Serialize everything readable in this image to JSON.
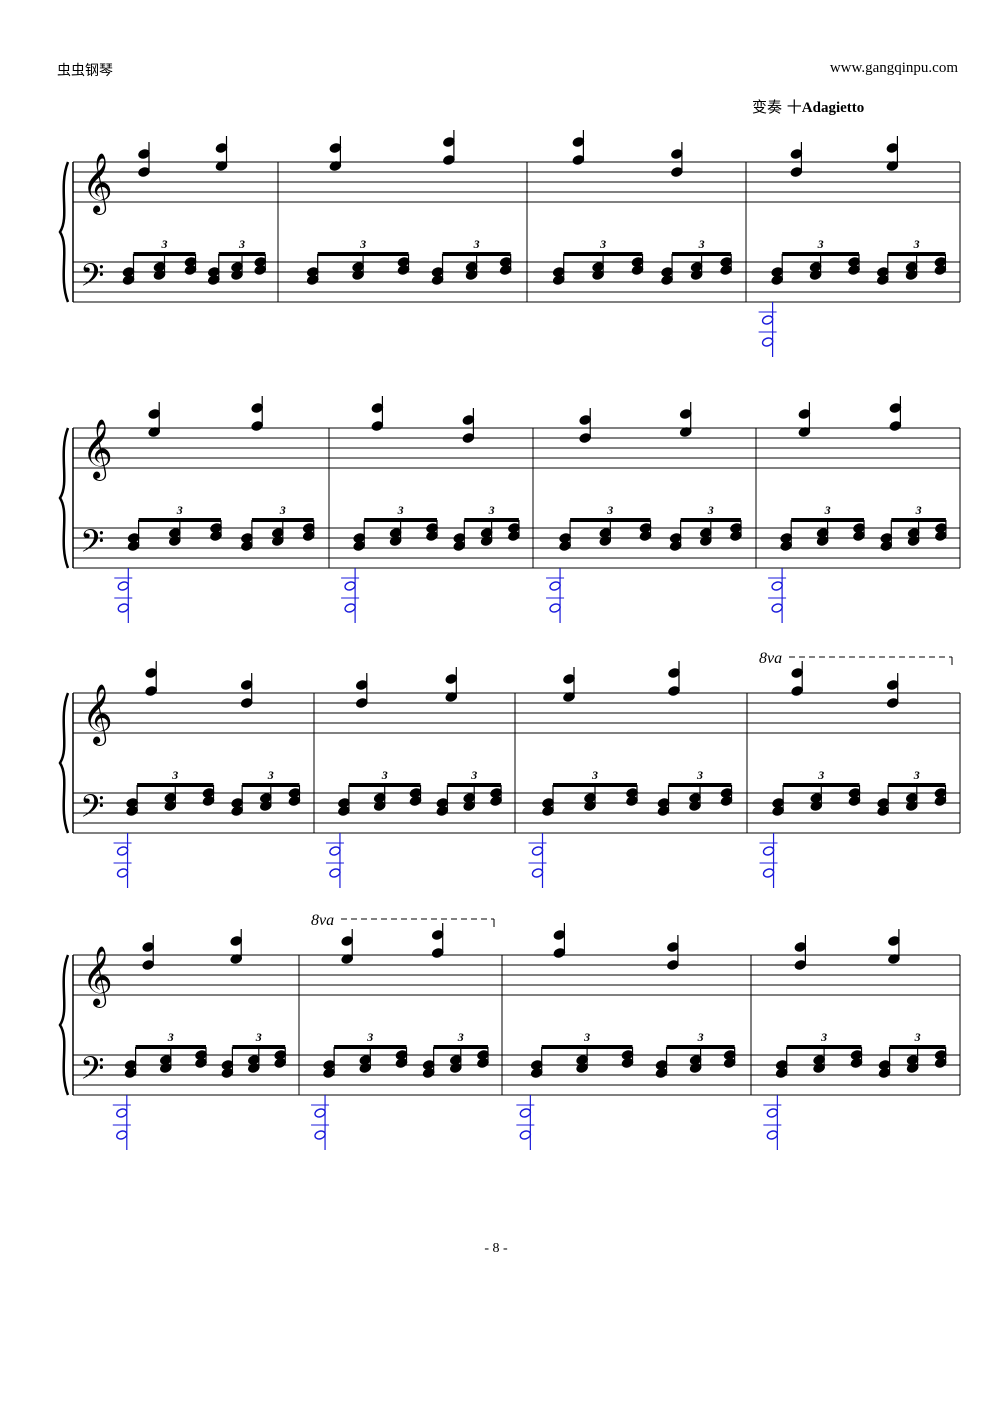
{
  "header": {
    "site_name": "虫虫钢琴",
    "site_url": "www.gangqinpu.com"
  },
  "section": {
    "title_prefix": "变奏 十",
    "tempo": "Adagietto"
  },
  "page_number": "- 8 -",
  "markings": {
    "tuplet": "3",
    "ottava": "8va"
  },
  "colors": {
    "ink": "#000000",
    "highlight_notes": "#1a1adb"
  },
  "systems": [
    {
      "measures": 4,
      "ottava_measures": []
    },
    {
      "measures": 4,
      "ottava_measures": []
    },
    {
      "measures": 4,
      "ottava_measures": [
        4
      ]
    },
    {
      "measures": 4,
      "ottava_measures": [
        2
      ]
    }
  ]
}
